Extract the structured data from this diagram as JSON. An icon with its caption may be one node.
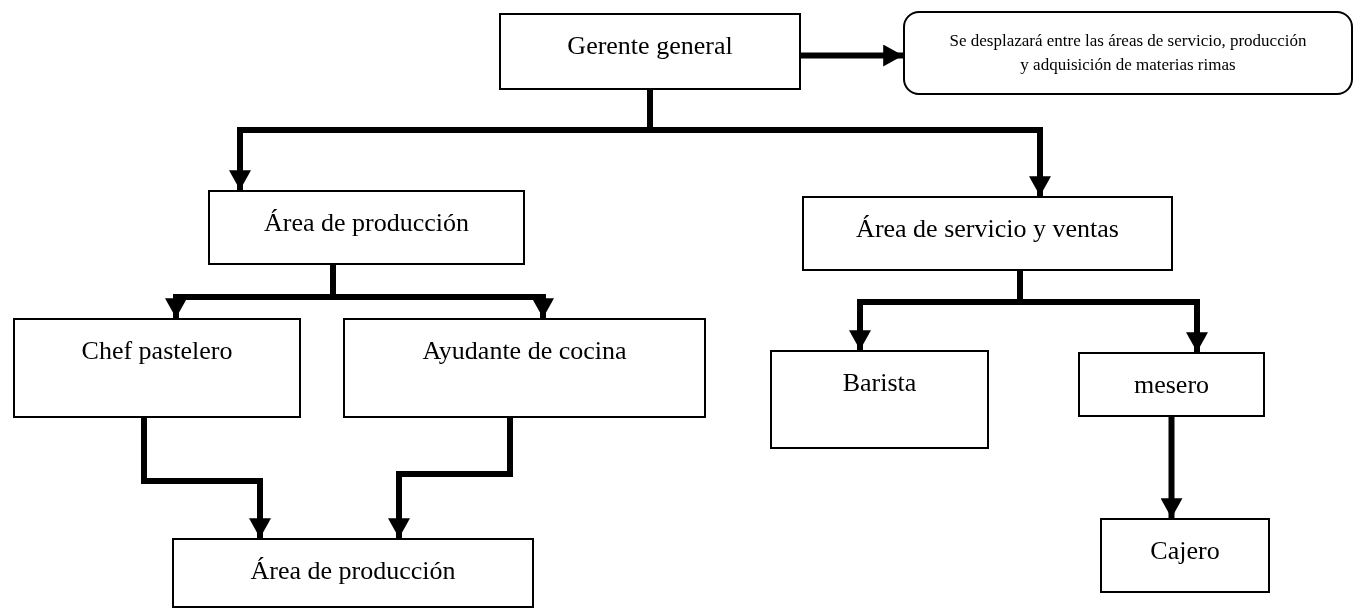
{
  "diagram": {
    "nodes": [
      {
        "text": [
          "Gerente general"
        ]
      },
      {
        "text": [
          "Se desplazará entre las áreas de servicio, producción y adquisición de materias rimas"
        ]
      },
      {
        "text": [
          "Área de producción"
        ]
      },
      {
        "text": [
          "Área de servicio y ventas"
        ]
      },
      {
        "text": [
          "Chef pastelero"
        ]
      },
      {
        "text": [
          "Ayudante de cocina"
        ]
      },
      {
        "text": [
          "Barista"
        ]
      },
      {
        "text": [
          "mesero"
        ]
      },
      {
        "text": [
          "Cajero"
        ]
      },
      {
        "text": [
          "Área de producción"
        ]
      }
    ],
    "edges": [
      {
        "from": 0,
        "to": 1,
        "arrow": "to"
      },
      {
        "from": 0,
        "to": 2,
        "arrow": "to"
      },
      {
        "from": 0,
        "to": 3,
        "arrow": "to"
      },
      {
        "from": 2,
        "to": 4,
        "arrow": "to"
      },
      {
        "from": 2,
        "to": 5,
        "arrow": "to"
      },
      {
        "from": 3,
        "to": 6,
        "arrow": "to"
      },
      {
        "from": 3,
        "to": 7,
        "arrow": "to"
      },
      {
        "from": 7,
        "to": 8,
        "arrow": "to"
      },
      {
        "from": 4,
        "to": 9,
        "arrow": "to"
      },
      {
        "from": 5,
        "to": 9,
        "arrow": "to"
      }
    ]
  }
}
